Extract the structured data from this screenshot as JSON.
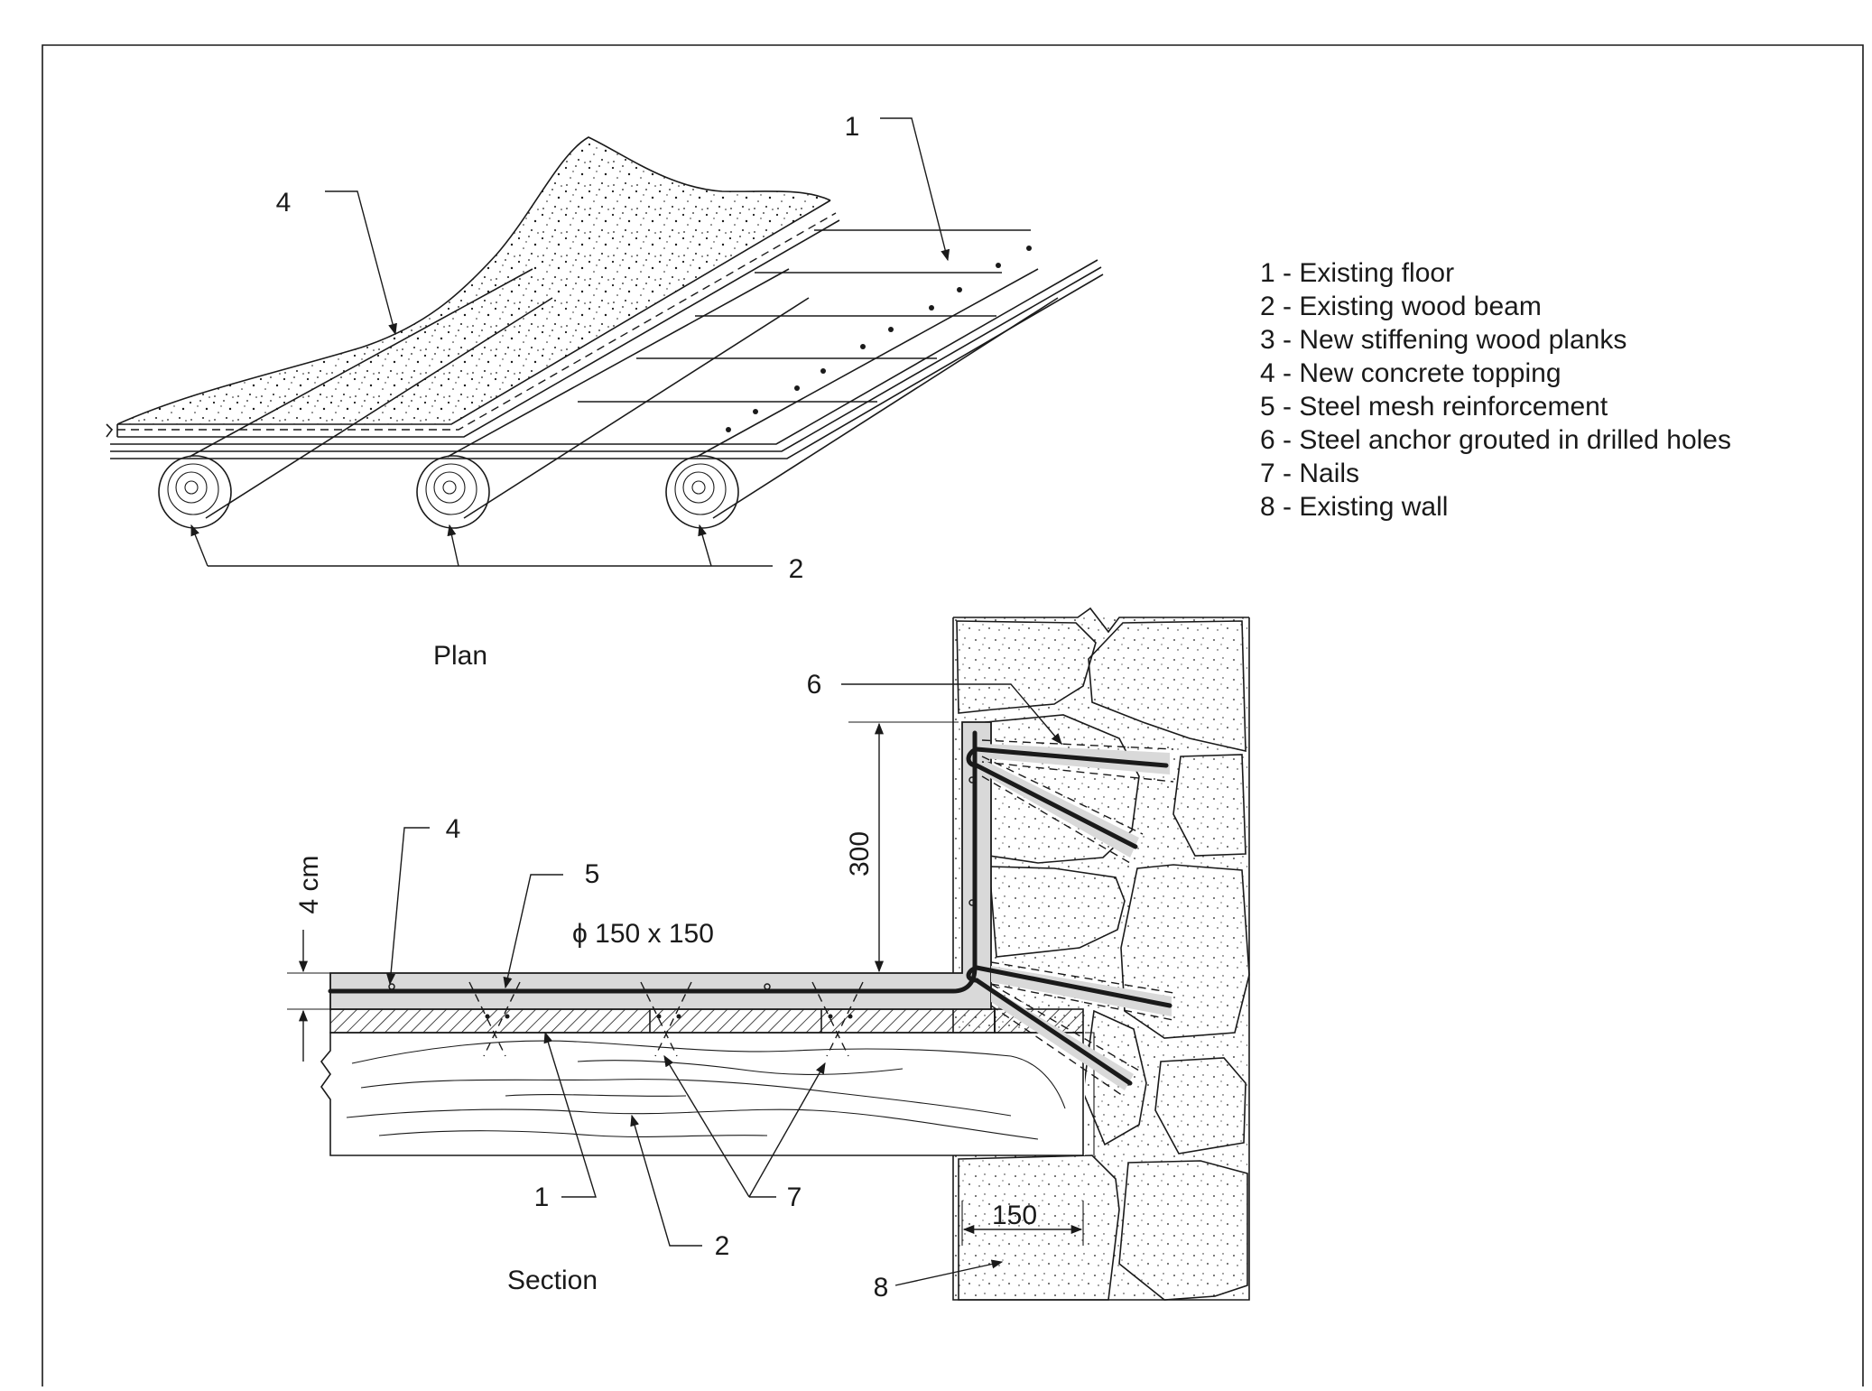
{
  "legend": {
    "items": [
      "1 - Existing floor",
      "2 - Existing wood beam",
      "3 - New  stiffening wood planks",
      "4 - New concrete topping",
      "5 - Steel mesh reinforcement",
      "6 - Steel anchor grouted in drilled holes",
      "7 - Nails",
      "8 - Existing wall"
    ]
  },
  "plan": {
    "caption": "Plan",
    "callouts": {
      "c1": "1",
      "c2": "2",
      "c4": "4"
    }
  },
  "section": {
    "caption": "Section",
    "callouts": {
      "c1": "1",
      "c2": "2",
      "c4": "4",
      "c5": "5",
      "c6": "6",
      "c7": "7",
      "c8": "8"
    },
    "dimensions": {
      "slab_thickness": "4 cm",
      "mesh": "ϕ 150 x 150",
      "upturn_height": "300",
      "wall_embed": "150"
    }
  },
  "colors": {
    "ink": "#1a1a1a",
    "concrete_fill": "#d9d9d9",
    "background": "#ffffff"
  }
}
